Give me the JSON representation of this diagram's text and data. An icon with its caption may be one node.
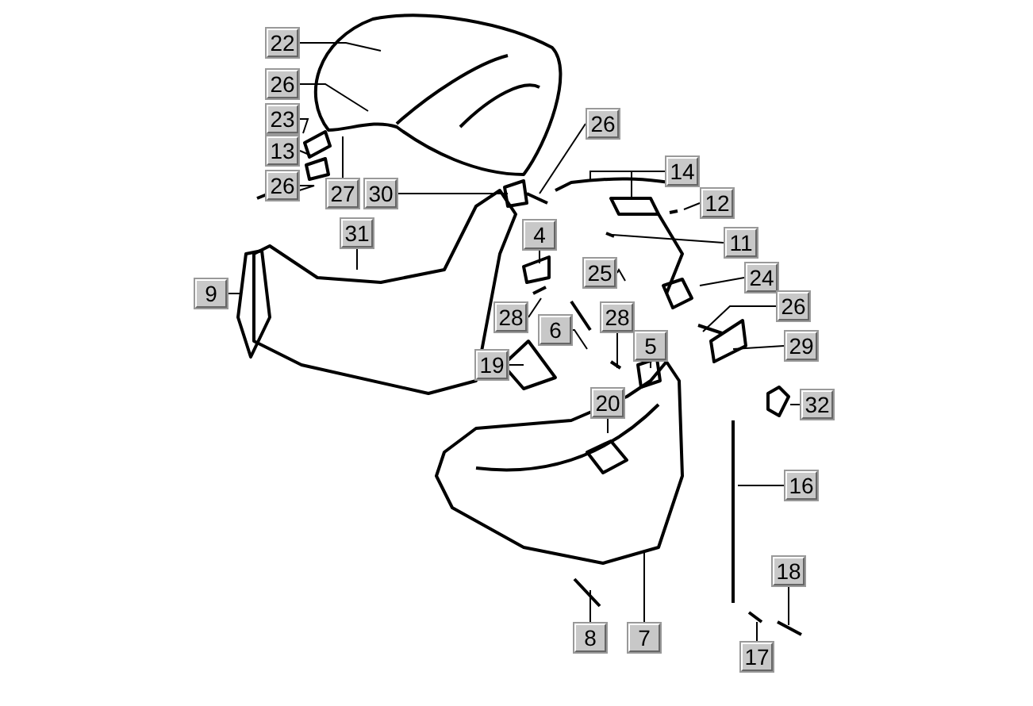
{
  "diagram": {
    "nodes": [
      {
        "text": [
          "22"
        ]
      },
      {
        "text": [
          "26"
        ]
      },
      {
        "text": [
          "23"
        ]
      },
      {
        "text": [
          "26"
        ]
      },
      {
        "text": [
          "13"
        ]
      },
      {
        "text": [
          "14"
        ]
      },
      {
        "text": [
          "26"
        ]
      },
      {
        "text": [
          "27"
        ]
      },
      {
        "text": [
          "30"
        ]
      },
      {
        "text": [
          "12"
        ]
      },
      {
        "text": [
          "4"
        ]
      },
      {
        "text": [
          "31"
        ]
      },
      {
        "text": [
          "11"
        ]
      },
      {
        "text": [
          "25"
        ]
      },
      {
        "text": [
          "24"
        ]
      },
      {
        "text": [
          "9"
        ]
      },
      {
        "text": [
          "26"
        ]
      },
      {
        "text": [
          "28"
        ]
      },
      {
        "text": [
          "28"
        ]
      },
      {
        "text": [
          "6"
        ]
      },
      {
        "text": [
          "5"
        ]
      },
      {
        "text": [
          "29"
        ]
      },
      {
        "text": [
          "19"
        ]
      },
      {
        "text": [
          "20"
        ]
      },
      {
        "text": [
          "32"
        ]
      },
      {
        "text": [
          "16"
        ]
      },
      {
        "text": [
          "18"
        ]
      },
      {
        "text": [
          "8"
        ]
      },
      {
        "text": [
          "7"
        ]
      },
      {
        "text": [
          "17"
        ]
      }
    ],
    "edges": [
      {
        "from": 0,
        "to": null,
        "arrow": "none"
      },
      {
        "from": 1,
        "to": null,
        "arrow": "none"
      },
      {
        "from": 2,
        "to": null,
        "arrow": "none"
      },
      {
        "from": 3,
        "to": null,
        "arrow": "none"
      },
      {
        "from": 4,
        "to": null,
        "arrow": "none"
      },
      {
        "from": 5,
        "to": null,
        "arrow": "none"
      },
      {
        "from": 5,
        "to": null,
        "arrow": "none"
      },
      {
        "from": 6,
        "to": null,
        "arrow": "none"
      },
      {
        "from": 7,
        "to": null,
        "arrow": "none"
      },
      {
        "from": 8,
        "to": null,
        "arrow": "none"
      },
      {
        "from": 9,
        "to": null,
        "arrow": "none"
      },
      {
        "from": 10,
        "to": null,
        "arrow": "none"
      },
      {
        "from": 11,
        "to": null,
        "arrow": "none"
      },
      {
        "from": 12,
        "to": null,
        "arrow": "none"
      },
      {
        "from": 13,
        "to": null,
        "arrow": "none"
      },
      {
        "from": 14,
        "to": null,
        "arrow": "none"
      },
      {
        "from": 15,
        "to": null,
        "arrow": "none"
      },
      {
        "from": 16,
        "to": null,
        "arrow": "none"
      },
      {
        "from": 17,
        "to": null,
        "arrow": "none"
      },
      {
        "from": 18,
        "to": null,
        "arrow": "none"
      },
      {
        "from": 19,
        "to": null,
        "arrow": "none"
      },
      {
        "from": 20,
        "to": null,
        "arrow": "none"
      },
      {
        "from": 21,
        "to": null,
        "arrow": "none"
      },
      {
        "from": 22,
        "to": null,
        "arrow": "none"
      },
      {
        "from": 23,
        "to": null,
        "arrow": "none"
      },
      {
        "from": 24,
        "to": null,
        "arrow": "none"
      },
      {
        "from": 25,
        "to": null,
        "arrow": "none"
      },
      {
        "from": 26,
        "to": null,
        "arrow": "none"
      },
      {
        "from": 27,
        "to": null,
        "arrow": "none"
      },
      {
        "from": 28,
        "to": null,
        "arrow": "none"
      },
      {
        "from": 29,
        "to": null,
        "arrow": "none"
      }
    ]
  }
}
